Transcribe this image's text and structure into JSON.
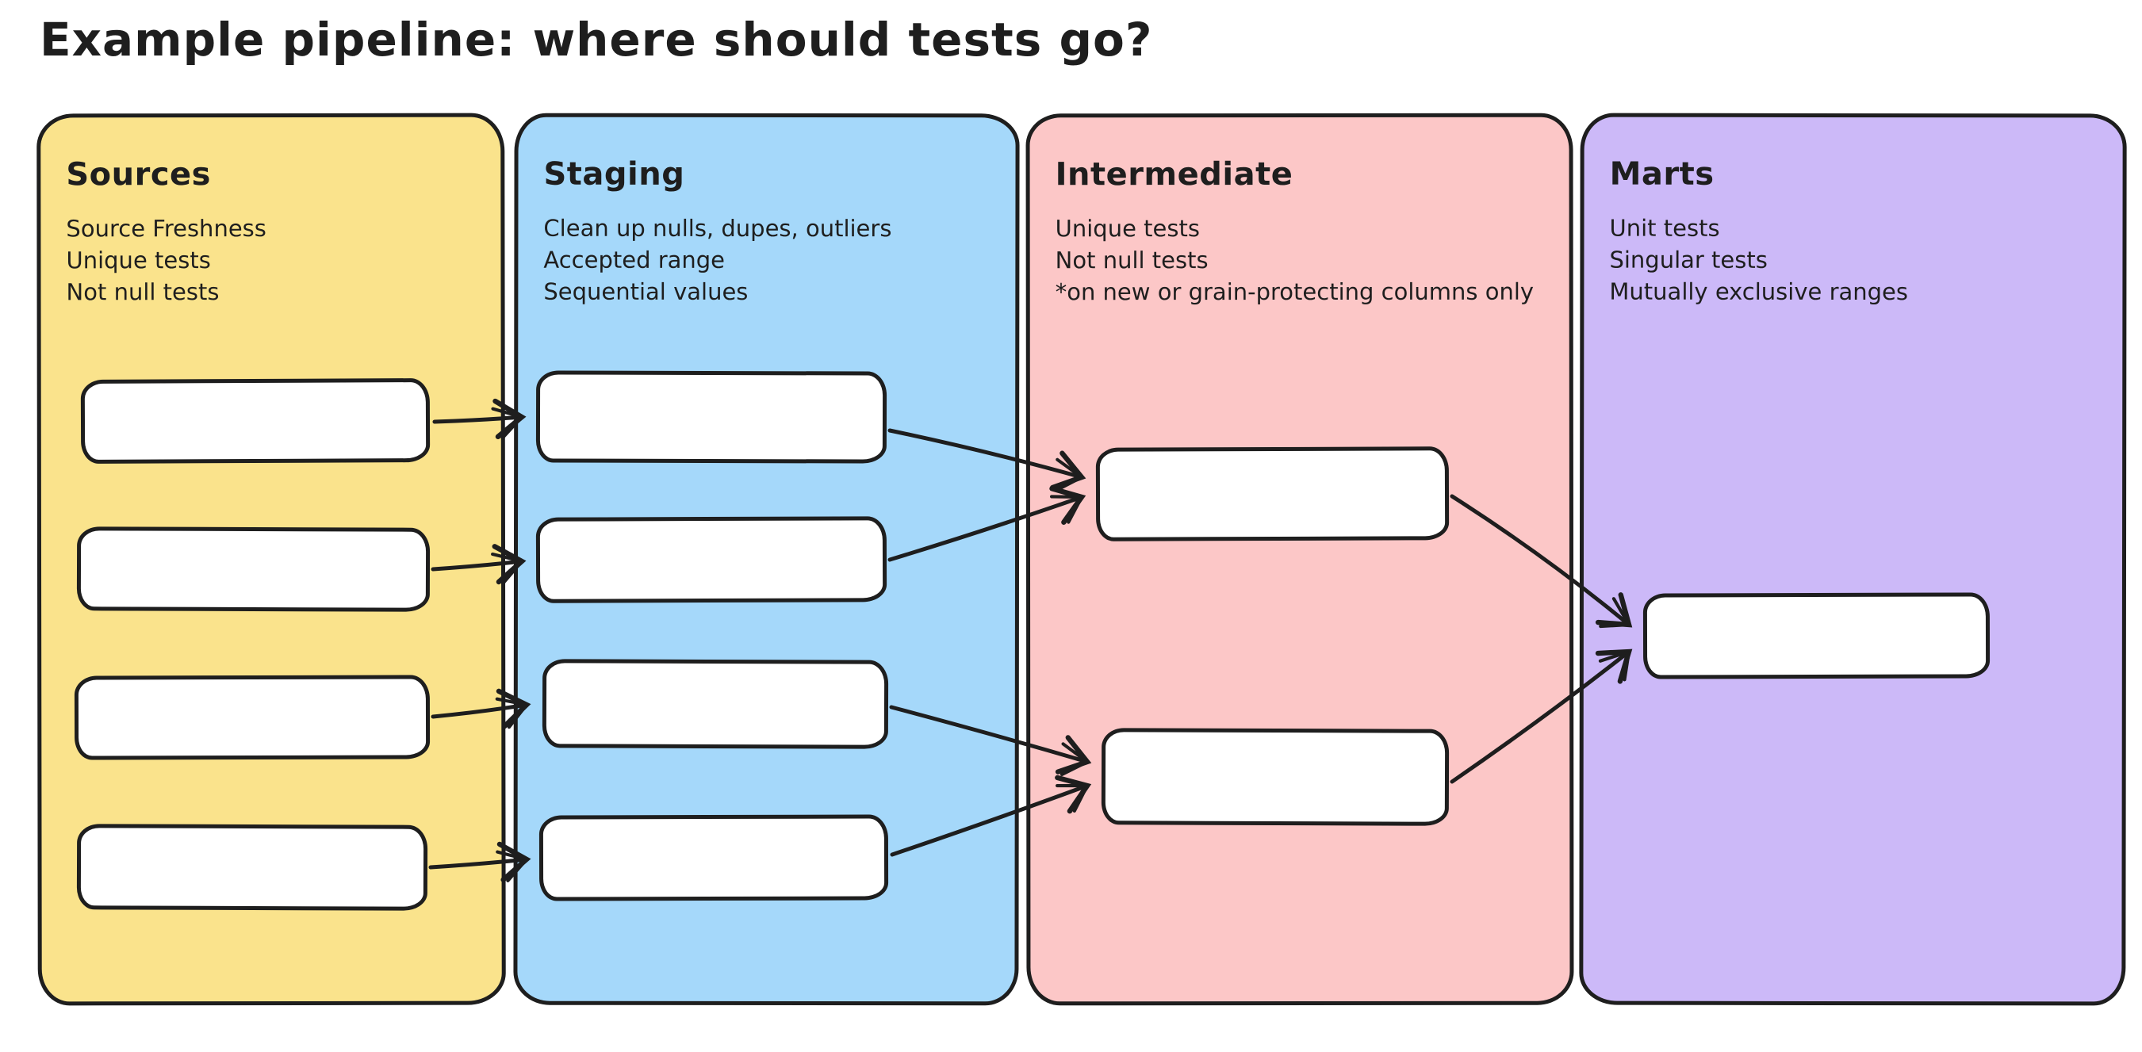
{
  "title": "Example pipeline: where should tests go?",
  "ink_color": "#1e1e1e",
  "canvas_background": "#ffffff",
  "node_fill": "#ffffff",
  "columns": [
    {
      "id": "sources",
      "label": "Sources",
      "bg": "#FAE38C",
      "notes": [
        "Source Freshness",
        "Unique tests",
        "Not null tests"
      ],
      "node_count": 4
    },
    {
      "id": "staging",
      "label": "Staging",
      "bg": "#A5D8FA",
      "notes": [
        "Clean up nulls, dupes, outliers",
        "Accepted range",
        "Sequential values"
      ],
      "node_count": 4
    },
    {
      "id": "intermediate",
      "label": "Intermediate",
      "bg": "#FCC7C7",
      "notes": [
        "Unique tests",
        "Not null tests",
        "*on new or grain-protecting columns only"
      ],
      "node_count": 2
    },
    {
      "id": "marts",
      "label": "Marts",
      "bg": "#CCB9F8",
      "notes": [
        "Unit tests",
        "Singular tests",
        "Mutually exclusive ranges"
      ],
      "node_count": 1
    }
  ],
  "connections": [
    {
      "from": "sources-1",
      "to": "staging-1"
    },
    {
      "from": "sources-2",
      "to": "staging-2"
    },
    {
      "from": "sources-3",
      "to": "staging-3"
    },
    {
      "from": "sources-4",
      "to": "staging-4"
    },
    {
      "from": "staging-1",
      "to": "intermediate-1"
    },
    {
      "from": "staging-2",
      "to": "intermediate-1"
    },
    {
      "from": "staging-3",
      "to": "intermediate-2"
    },
    {
      "from": "staging-4",
      "to": "intermediate-2"
    },
    {
      "from": "intermediate-1",
      "to": "marts-1"
    },
    {
      "from": "intermediate-2",
      "to": "marts-1"
    }
  ]
}
